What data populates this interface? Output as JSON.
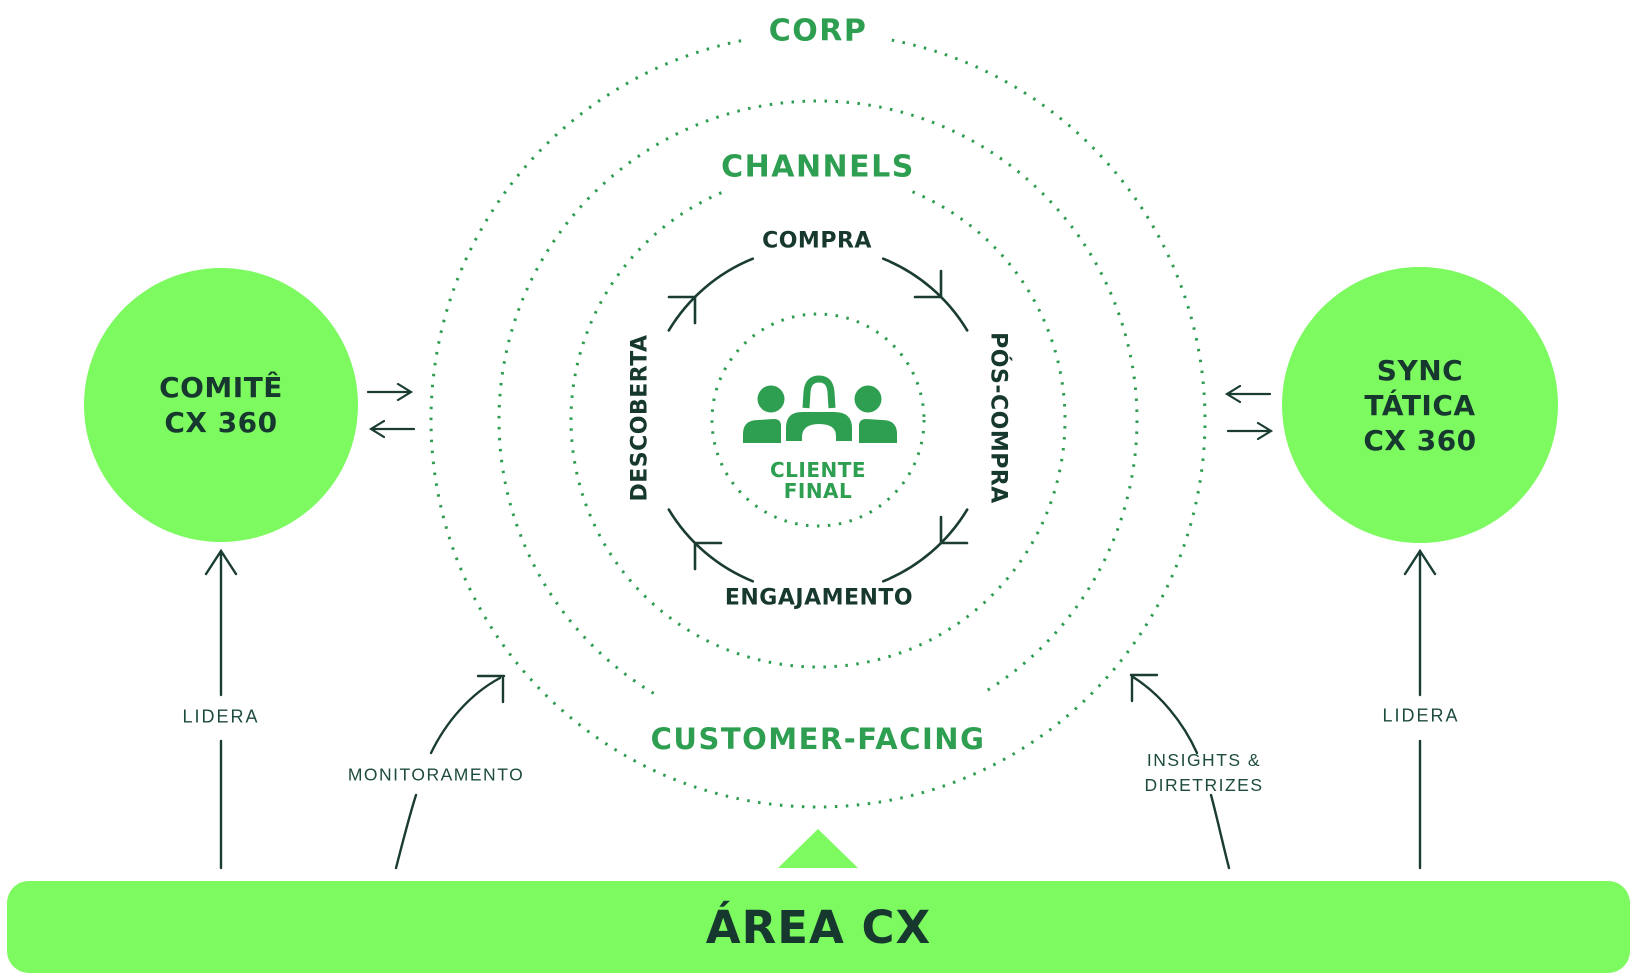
{
  "colors": {
    "bright_green": "#7CFA60",
    "medium_green": "#2E9E51",
    "dark_green": "#17382E",
    "label_green": "#1E4B3F",
    "dotted_ring_green": "#2E9C50"
  },
  "rings": {
    "corp": "CORP",
    "channels": "CHANNELS",
    "customer_facing": "CUSTOMER-FACING"
  },
  "cycle": {
    "top": "COMPRA",
    "right": "PÓS-COMPRA",
    "bottom": "ENGAJAMENTO",
    "left": "DESCOBERTA"
  },
  "center": {
    "line1": "CLIENTE",
    "line2": "FINAL",
    "icon": "people-group-icon"
  },
  "left_node": {
    "line1": "COMITÊ",
    "line2": "CX 360"
  },
  "right_node": {
    "line1": "SYNC",
    "line2": "TÁTICA",
    "line3": "CX 360"
  },
  "bar": {
    "label": "ÁREA CX"
  },
  "labels": {
    "lidera_left": "LIDERA",
    "lidera_right": "LIDERA",
    "monitoramento": "MONITORAMENTO",
    "insights_line1": "INSIGHTS &",
    "insights_line2": "DIRETRIZES"
  }
}
